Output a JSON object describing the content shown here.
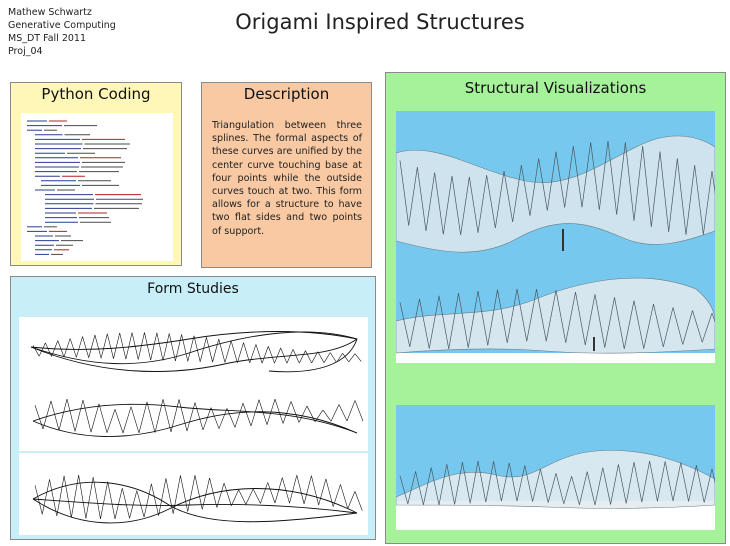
{
  "author": {
    "name": "Mathew Schwartz",
    "course": "Generative Computing",
    "term": "MS_DT Fall 2011",
    "project": "Proj_04"
  },
  "title": "Origami Inspired Structures",
  "python": {
    "title": "Python Coding"
  },
  "description": {
    "title": "Description",
    "body": "Triangulation between three splines. The formal aspects of these curves are unified by the center curve touching base at four points while the outside curves touch at two. This form allows for a structure to have two flat sides and two points of support."
  },
  "forms": {
    "title": "Form Studies"
  },
  "visualizations": {
    "title": "Structural Visualizations"
  },
  "colors": {
    "python_bg": "#fff7b8",
    "description_bg": "#f8c9a3",
    "forms_bg": "#c8eef8",
    "visualizations_bg": "#a6f29a",
    "sky": "#77c8ee"
  }
}
